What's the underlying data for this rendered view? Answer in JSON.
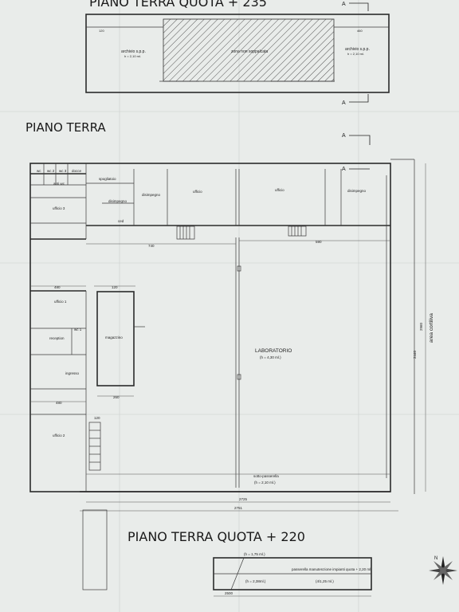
{
  "titles": {
    "top": "PIANO TERRA QUOTA + 235",
    "main": "PIANO TERRA",
    "bottom": "PIANO TERRA QUOTA + 220"
  },
  "section_marks": [
    "A",
    "A",
    "A",
    "A"
  ],
  "top_plan": {
    "archive_left": "archivio s.p.p.",
    "archive_left_h": "h = 2,10 ml.",
    "archive_right": "archivio s.p.p.",
    "archive_right_h": "h = 2,10 ml.",
    "hatched_zone": "zona non soppalcata",
    "dim_left": "120",
    "dim_right": "460"
  },
  "rooms": {
    "wc1": "wc",
    "wc2": "wc 2",
    "wc3": "wc 3",
    "docce": "docce",
    "antiwc": "anti wc",
    "spogliatoio": "spogliatoio",
    "disimpegno1": "disimpegno",
    "disimpegno2": "disimpegno",
    "ufficio_a": "ufficio",
    "ufficio_b": "ufficio",
    "disimpegno3": "disimpegno",
    "ufficio3": "ufficio 3",
    "ced": "ced",
    "ufficio1": "ufficio 1",
    "wc_mid": "wc 1",
    "reception": "reception",
    "ingresso": "ingresso",
    "magazzino": "magazzino",
    "ufficio2": "ufficio 2",
    "laboratorio": "LABORATORIO",
    "laboratorio_h": "(h = 4,30 ml.)",
    "sottopasserella": "sotto-passerella",
    "sottopasserella_h": "(h = 2,10 ml.)",
    "area_cortiliva": "area cortiliva"
  },
  "dimensions": {
    "d740": "740",
    "d590": "590",
    "d480": "480",
    "d120": "120",
    "d260": "260",
    "d2725": "2725",
    "d2751": "2751",
    "d2440": "2440",
    "d2960": "2960",
    "d120b": "120",
    "d2500": "2500",
    "d480b": "480"
  },
  "bottom_plan": {
    "h1": "(h = 1,75 ml.)",
    "h2": "(h = 2,38ml.)",
    "passerella": "passerella manutenzione impianti quota + 2,20 ml.",
    "passerella_h": "(4\\1,25 ml.)",
    "dim": "2500"
  },
  "compass": "N"
}
